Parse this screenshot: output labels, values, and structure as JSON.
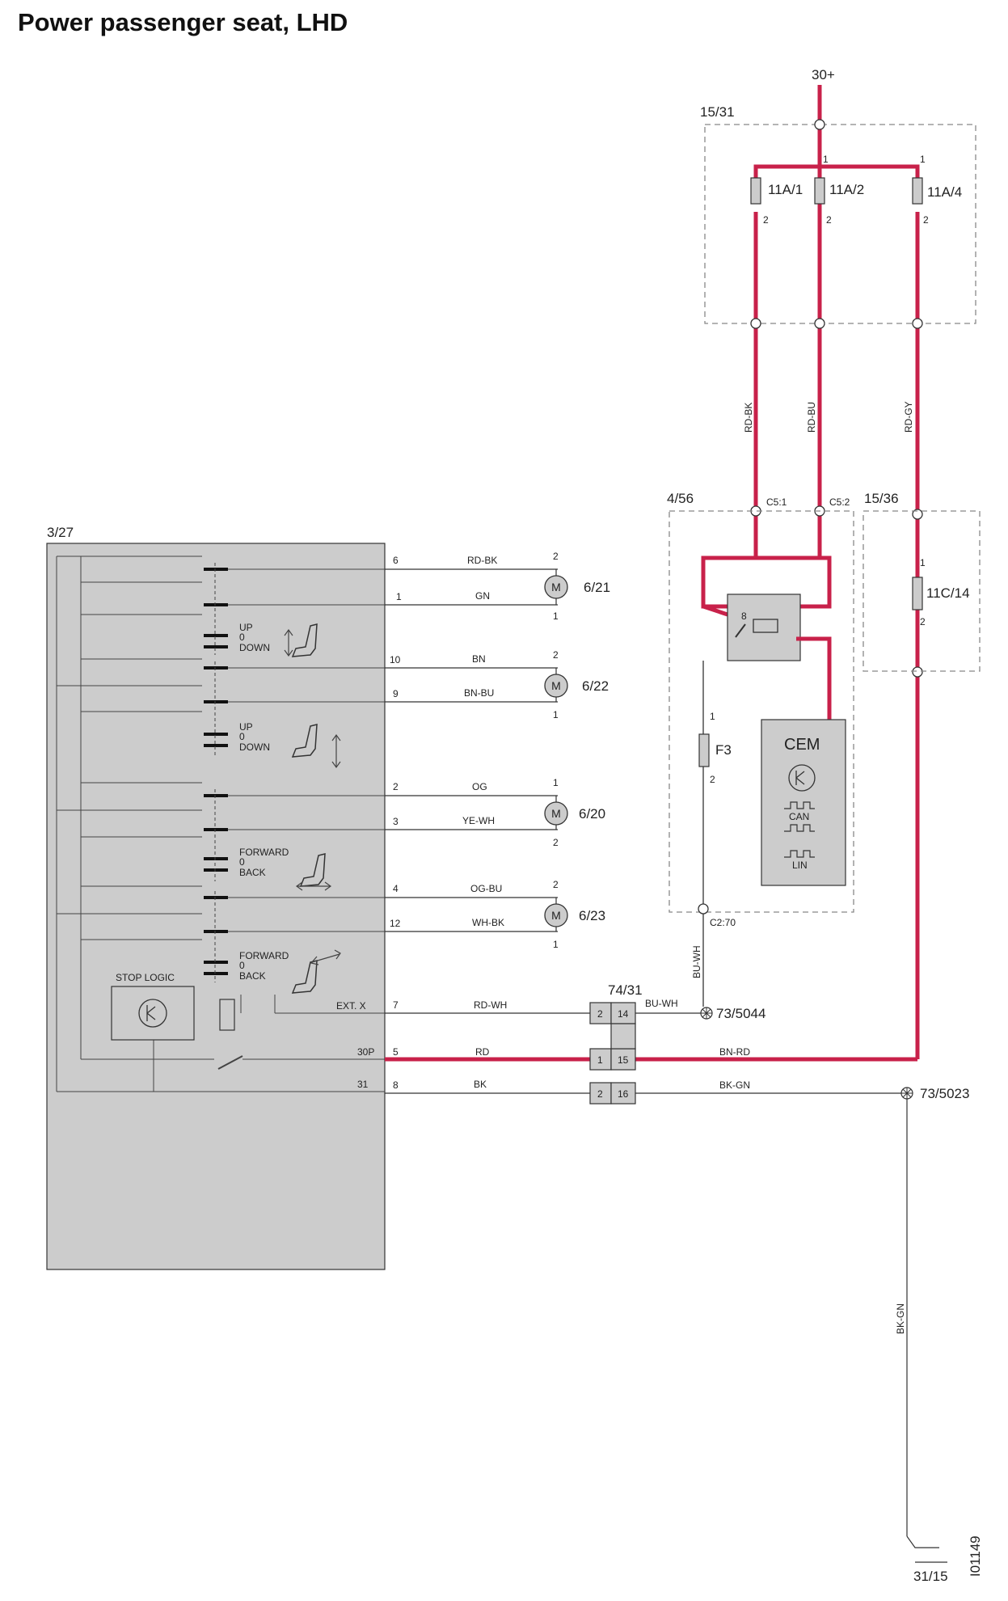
{
  "title": "Power passenger seat, LHD",
  "colors": {
    "power_wire": "#c8214a",
    "thin_wire": "#333333",
    "module_fill": "#cccccc",
    "dashed_box": "#888888"
  },
  "supply": {
    "label": "30+",
    "fusebox_id": "15/31",
    "fuses": [
      "11A/1",
      "11A/2",
      "11A/4"
    ],
    "pin1": "1",
    "pin2": "2",
    "wires": [
      "RD-BK",
      "RD-BU",
      "RD-GY"
    ]
  },
  "cem_box": {
    "id": "4/56",
    "conn_c51": "C5:1",
    "conn_c52": "C5:2",
    "relay_pin": "8",
    "fuse": "F3",
    "fuse_pin1": "1",
    "fuse_pin2": "2",
    "cem_label": "CEM",
    "can": "CAN",
    "lin": "LIN",
    "conn_c270": "C2:70",
    "wire_out": "BU-WH"
  },
  "fusebox2": {
    "id": "15/36",
    "fuse": "11C/14",
    "pin1": "1",
    "pin2": "2"
  },
  "seat_module": {
    "id": "3/27",
    "stop_logic": "STOP LOGIC",
    "ext_x": "EXT. X",
    "p30": "30P",
    "p31": "31",
    "switches": [
      {
        "a": "UP",
        "b": "0",
        "c": "DOWN"
      },
      {
        "a": "UP",
        "b": "0",
        "c": "DOWN"
      },
      {
        "a": "FORWARD",
        "b": "0",
        "c": "BACK"
      },
      {
        "a": "FORWARD",
        "b": "0",
        "c": "BACK"
      }
    ]
  },
  "motors": [
    {
      "id": "6/21",
      "pin_top": "2",
      "pin_bot": "1",
      "w1_pin": "6",
      "w1": "RD-BK",
      "w2_pin": "1",
      "w2": "GN"
    },
    {
      "id": "6/22",
      "pin_top": "2",
      "pin_bot": "1",
      "w1_pin": "10",
      "w1": "BN",
      "w2_pin": "9",
      "w2": "BN-BU"
    },
    {
      "id": "6/20",
      "pin_top": "1",
      "pin_bot": "2",
      "w1_pin": "2",
      "w1": "OG",
      "w2_pin": "3",
      "w2": "YE-WH"
    },
    {
      "id": "6/23",
      "pin_top": "2",
      "pin_bot": "1",
      "w1_pin": "4",
      "w1": "OG-BU",
      "w2_pin": "12",
      "w2": "WH-BK"
    }
  ],
  "connector": {
    "id": "74/31",
    "rows": [
      {
        "left": "2",
        "right": "14",
        "module_pin": "7",
        "wire_in": "RD-WH",
        "wire_out": "BU-WH"
      },
      {
        "left": "1",
        "right": "15",
        "module_pin": "5",
        "wire_in": "RD",
        "wire_out": "BN-RD"
      },
      {
        "left": "2",
        "right": "16",
        "module_pin": "8",
        "wire_in": "BK",
        "wire_out": "BK-GN"
      }
    ]
  },
  "splices": {
    "s1": "73/5044",
    "s2": "73/5023"
  },
  "ground": {
    "wire": "BK-GN",
    "label": "31/15"
  },
  "ref": "I01149"
}
